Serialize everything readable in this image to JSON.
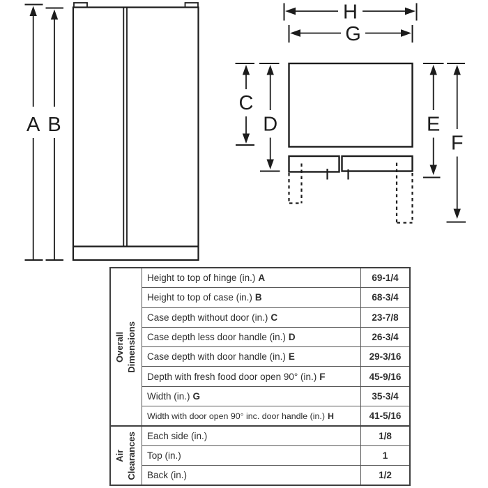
{
  "front_view": {
    "label_a": "A",
    "label_b": "B"
  },
  "top_view": {
    "label_c": "C",
    "label_d": "D",
    "label_e": "E",
    "label_f": "F",
    "label_g": "G",
    "label_h": "H"
  },
  "spec_table": {
    "groups": [
      {
        "label_line1": "Overall",
        "label_line2": "Dimensions",
        "rows": [
          {
            "desc": "Height to top of hinge (in.)",
            "key": "A",
            "value": "69-1/4"
          },
          {
            "desc": "Height to top of case (in.)",
            "key": "B",
            "value": "68-3/4"
          },
          {
            "desc": "Case depth without door (in.)",
            "key": "C",
            "value": "23-7/8"
          },
          {
            "desc": "Case depth less door handle (in.)",
            "key": "D",
            "value": "26-3/4"
          },
          {
            "desc": "Case depth with door handle (in.)",
            "key": "E",
            "value": "29-3/16"
          },
          {
            "desc": "Depth with fresh food door open 90° (in.)",
            "key": "F",
            "value": "45-9/16"
          },
          {
            "desc": "Width (in.)",
            "key": "G",
            "value": "35-3/4"
          },
          {
            "desc": "Width with door open 90° inc. door handle (in.)",
            "key": "H",
            "value": "41-5/16"
          }
        ]
      },
      {
        "label_line1": "Air",
        "label_line2": "Clearances",
        "rows": [
          {
            "desc": "Each side (in.)",
            "key": "",
            "value": "1/8"
          },
          {
            "desc": "Top (in.)",
            "key": "",
            "value": "1"
          },
          {
            "desc": "Back (in.)",
            "key": "",
            "value": "1/2"
          }
        ]
      }
    ]
  },
  "colors": {
    "line": "#1c1c1c",
    "background": "#ffffff",
    "text": "#2e2e2e"
  }
}
